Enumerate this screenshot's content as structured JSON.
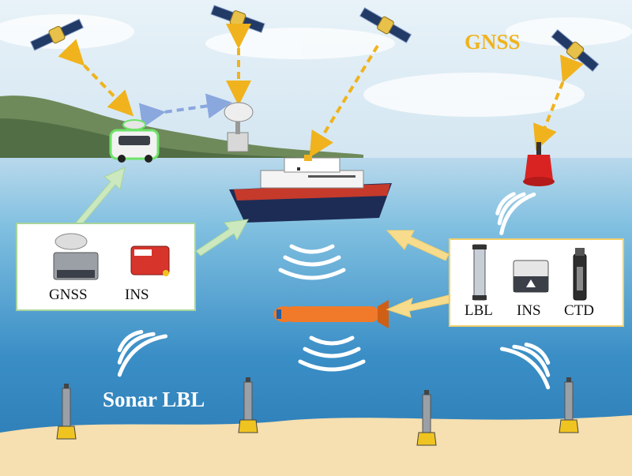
{
  "labels": {
    "gnss_title": "GNSS",
    "sonar_lbl": "Sonar LBL"
  },
  "left_box": {
    "items": [
      "GNSS",
      "INS"
    ]
  },
  "right_box": {
    "items": [
      "LBL",
      "INS",
      "CTD"
    ]
  },
  "colors": {
    "gnss_link": "#f0b31d",
    "data_flow_left": "#cbe8bf",
    "data_flow_right": "#f7dc8d",
    "relay_link": "#8aa7de",
    "sea": "#3d8ec4",
    "sand": "#f6dfb0"
  }
}
